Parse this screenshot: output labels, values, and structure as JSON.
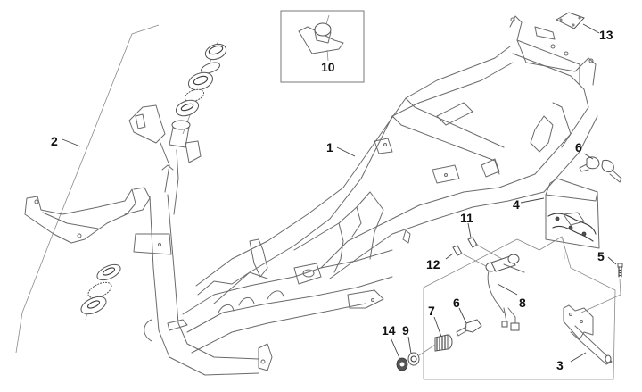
{
  "diagram": {
    "title": "Scooter frame exploded parts diagram",
    "callouts": [
      {
        "id": "1",
        "label": "1",
        "part": "main-frame"
      },
      {
        "id": "2",
        "label": "2",
        "part": "steering-head-group"
      },
      {
        "id": "3",
        "label": "3",
        "part": "side-bracket"
      },
      {
        "id": "4",
        "label": "4",
        "part": "wiring-harness-box"
      },
      {
        "id": "5",
        "label": "5",
        "part": "bolt"
      },
      {
        "id": "6a",
        "label": "6",
        "part": "key-set"
      },
      {
        "id": "6b",
        "label": "6",
        "part": "key"
      },
      {
        "id": "7",
        "label": "7",
        "part": "lock-cylinder"
      },
      {
        "id": "8",
        "label": "8",
        "part": "ignition-switch"
      },
      {
        "id": "9",
        "label": "9",
        "part": "nut"
      },
      {
        "id": "10",
        "label": "10",
        "part": "cup-bracket"
      },
      {
        "id": "11",
        "label": "11",
        "part": "screw"
      },
      {
        "id": "12",
        "label": "12",
        "part": "screw"
      },
      {
        "id": "13",
        "label": "13",
        "part": "plate"
      },
      {
        "id": "14",
        "label": "14",
        "part": "washer"
      }
    ],
    "colors": {
      "line": "#555555",
      "label": "#111111",
      "background": "#ffffff"
    }
  }
}
